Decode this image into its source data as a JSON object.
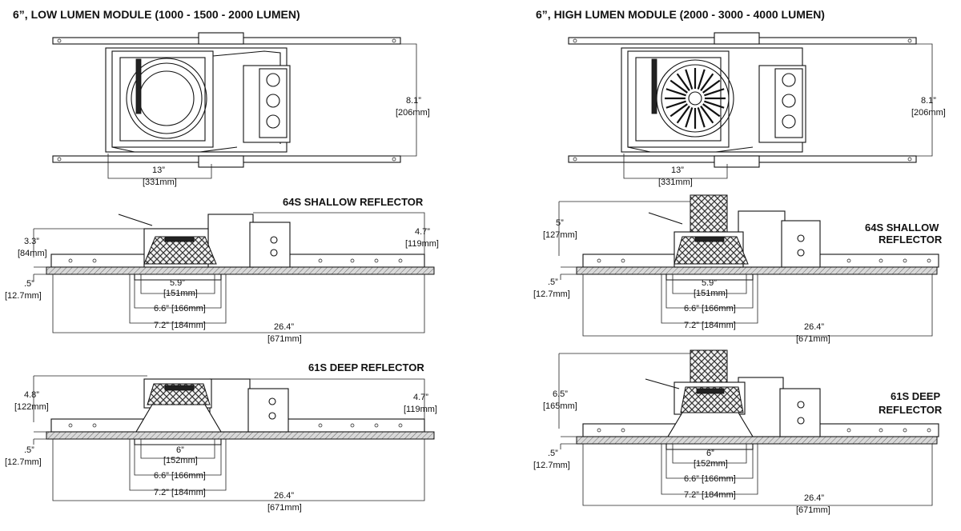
{
  "left": {
    "header": "6”, LOW LUMEN MODULE (1000 - 1500 - 2000 LUMEN)",
    "top_view": {
      "height_in": "8.1”",
      "height_mm": "[206mm]",
      "width_in": "13”",
      "width_mm": "[331mm]"
    },
    "shallow": {
      "title": "64S SHALLOW REFLECTOR",
      "left_height_in": "3.3”",
      "left_height_mm": "[84mm]",
      "right_height_in": "4.7”",
      "right_height_mm": "[119mm]",
      "ceiling_in": ".5”",
      "ceiling_mm": "[12.7mm]",
      "d1": "5.9”",
      "d1_mm": "[151mm]",
      "d2": "6.6” [166mm]",
      "d3": "7.2” [184mm]",
      "length_in": "26.4”",
      "length_mm": "[671mm]"
    },
    "deep": {
      "title": "61S DEEP REFLECTOR",
      "left_height_in": "4.8”",
      "left_height_mm": "[122mm]",
      "right_height_in": "4.7”",
      "right_height_mm": "[119mm]",
      "ceiling_in": ".5”",
      "ceiling_mm": "[12.7mm]",
      "d1": "6”",
      "d1_mm": "[152mm]",
      "d2": "6.6” [166mm]",
      "d3": "7.2” [184mm]",
      "length_in": "26.4”",
      "length_mm": "[671mm]"
    }
  },
  "right": {
    "header": "6”, HIGH LUMEN MODULE (2000 - 3000 - 4000 LUMEN)",
    "top_view": {
      "height_in": "8.1”",
      "height_mm": "[206mm]",
      "width_in": "13”",
      "width_mm": "[331mm]"
    },
    "shallow": {
      "title_line1": "64S SHALLOW",
      "title_line2": "REFLECTOR",
      "left_height_in": "5”",
      "left_height_mm": "[127mm]",
      "ceiling_in": ".5”",
      "ceiling_mm": "[12.7mm]",
      "d1": "5.9”",
      "d1_mm": "[151mm]",
      "d2": "6.6” [166mm]",
      "d3": "7.2” [184mm]",
      "length_in": "26.4”",
      "length_mm": "[671mm]"
    },
    "deep": {
      "title_line1": "61S DEEP",
      "title_line2": "REFLECTOR",
      "left_height_in": "6.5”",
      "left_height_mm": "[165mm]",
      "ceiling_in": ".5”",
      "ceiling_mm": "[12.7mm]",
      "d1": "6”",
      "d1_mm": "[152mm]",
      "d2": "6.6” [166mm]",
      "d3": "7.2” [184mm]",
      "length_in": "26.4”",
      "length_mm": "[671mm]"
    }
  }
}
